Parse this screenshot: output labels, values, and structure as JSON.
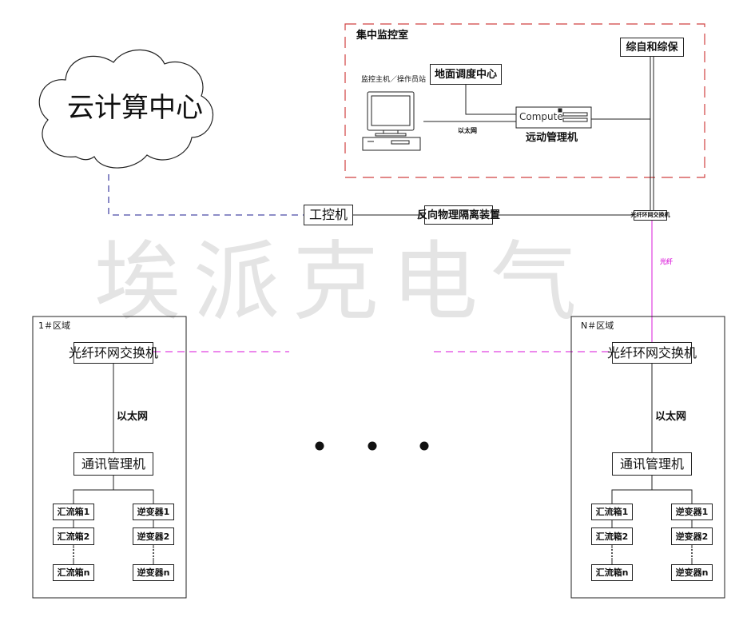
{
  "watermark": "埃派克电气",
  "cloud": {
    "label": "云计算中心"
  },
  "control_room": {
    "title": "集中监控室",
    "ground_dispatch": "地面调度中心",
    "integrated_protection": "综自和综保",
    "monitor_host_label": "监控主机／操作员站",
    "ethernet_label": "以太网",
    "motion_manager_label": "远动管理机",
    "computer_label": "Compute"
  },
  "middle": {
    "ipc": "工控机",
    "isolation": "反向物理隔离装置",
    "ring_switch_small": "光纤环网交换机",
    "fiber_label": "光纤"
  },
  "zones": [
    {
      "title": "1＃区域",
      "switch": "光纤环网交换机",
      "ethernet": "以太网",
      "comm_manager": "通讯管理机",
      "combiners": [
        "汇流箱1",
        "汇流箱2",
        "汇流箱n"
      ],
      "inverters": [
        "逆变器1",
        "逆变器2",
        "逆变器n"
      ]
    },
    {
      "title": "N＃区域",
      "switch": "光纤环网交换机",
      "ethernet": "以太网",
      "comm_manager": "通讯管理机",
      "combiners": [
        "汇流箱1",
        "汇流箱2",
        "汇流箱n"
      ],
      "inverters": [
        "逆变器1",
        "逆变器2",
        "逆变器n"
      ]
    }
  ],
  "colors": {
    "red_dash": "#d04040",
    "blue_dash": "#4a4aa8",
    "magenta": "#e040e0",
    "line": "#222222"
  }
}
